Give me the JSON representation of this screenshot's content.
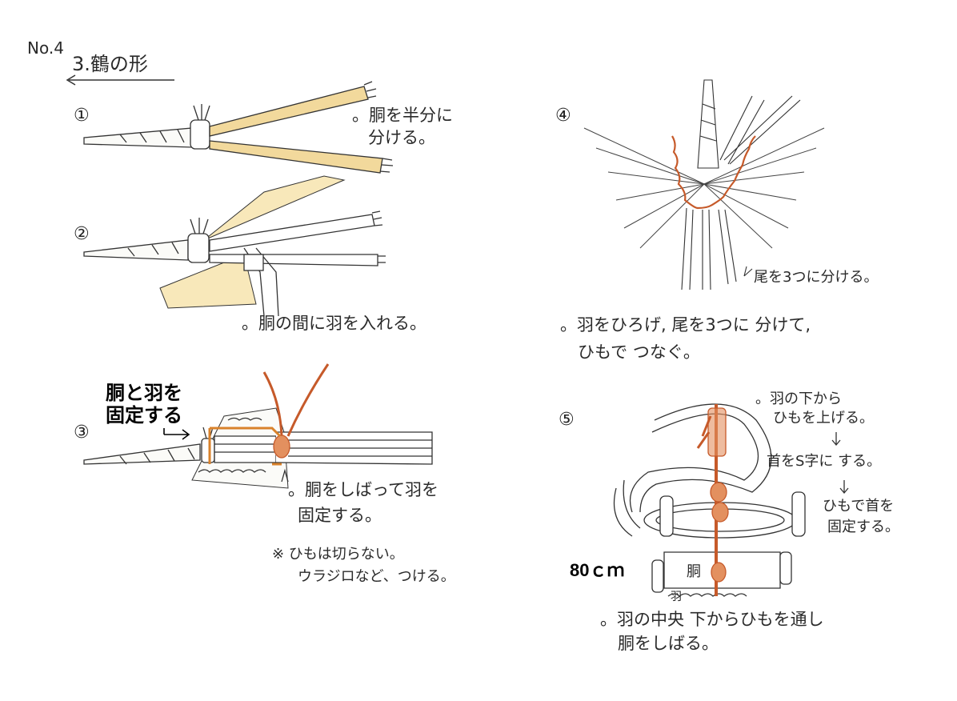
{
  "page": {
    "no": "No.4",
    "title": "3.鶴の形"
  },
  "steps": [
    {
      "num": "①",
      "notes": [
        "。胴を半分に",
        "分ける。"
      ]
    },
    {
      "num": "②",
      "notes": [
        "。胴の間に羽を入れる。"
      ]
    },
    {
      "num": "③",
      "callout": [
        "胴と羽を",
        "固定する"
      ],
      "notes": [
        "。胴をしばって羽を",
        "固定する。"
      ],
      "remark": [
        "※ ひもは切らない。",
        "ウラジロなど、つける。"
      ]
    },
    {
      "num": "④",
      "label": "尾を3つに分ける。",
      "notes": [
        "。羽をひろげ, 尾を3つに 分けて,",
        "ひもで つなぐ。"
      ]
    },
    {
      "num": "⑤",
      "notes": [
        "。羽の下から",
        "ひもを上げる。",
        "首をS字に する。",
        "ひもで首を",
        "固定する。"
      ],
      "tags": {
        "dou": "胴",
        "hane": "羽",
        "size": "80ｃｍ"
      },
      "footer": [
        "。羽の中央 下からひもを通し",
        "胴をしばる。"
      ]
    }
  ],
  "colors": {
    "ink": "#2a2a2a",
    "straw": "#e8b94a",
    "straw_light": "#f3d98c",
    "rope": "#c65a2a",
    "callout": "#d9822b"
  }
}
